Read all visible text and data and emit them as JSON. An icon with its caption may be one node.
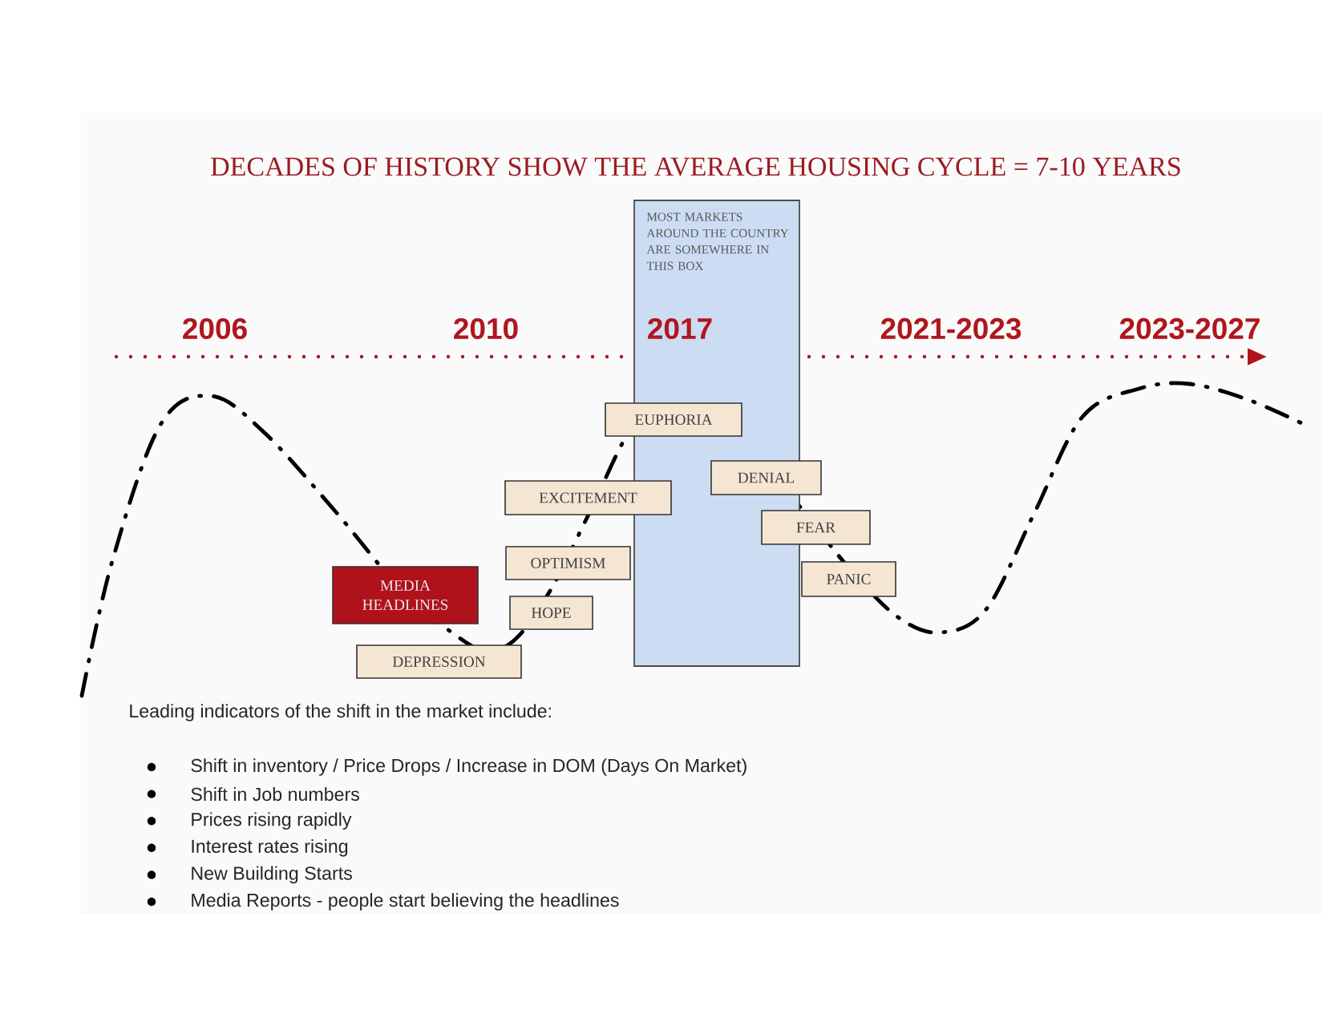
{
  "diagram": {
    "title": "DECADES OF HISTORY SHOW THE AVERAGE HOUSING CYCLE = 7-10 YEARS",
    "nodes": [
      {
        "text": [
          "MOST MARKETS AROUND THE COUNTRY ARE SOMEWHERE IN THIS BOX"
        ]
      },
      {
        "text": [
          "MEDIA HEADLINES"
        ]
      },
      {
        "text": [
          "DEPRESSION"
        ]
      },
      {
        "text": [
          "HOPE"
        ]
      },
      {
        "text": [
          "OPTIMISM"
        ]
      },
      {
        "text": [
          "EXCITEMENT"
        ]
      },
      {
        "text": [
          "EUPHORIA"
        ]
      },
      {
        "text": [
          "DENIAL"
        ]
      },
      {
        "text": [
          "FEAR"
        ]
      },
      {
        "text": [
          "PANIC"
        ]
      }
    ],
    "labels": [
      "2006",
      "2010",
      "2017",
      "2021-2023",
      "2023-2027",
      "Leading indicators of the shift in the market include:",
      "Shift in inventory / Price Drops / Increase in DOM (Days On Market)",
      "Shift in Job numbers",
      "Prices rising rapidly",
      "Interest rates rising",
      "New Building Starts",
      "Media Reports - people start believing the headlines"
    ]
  }
}
